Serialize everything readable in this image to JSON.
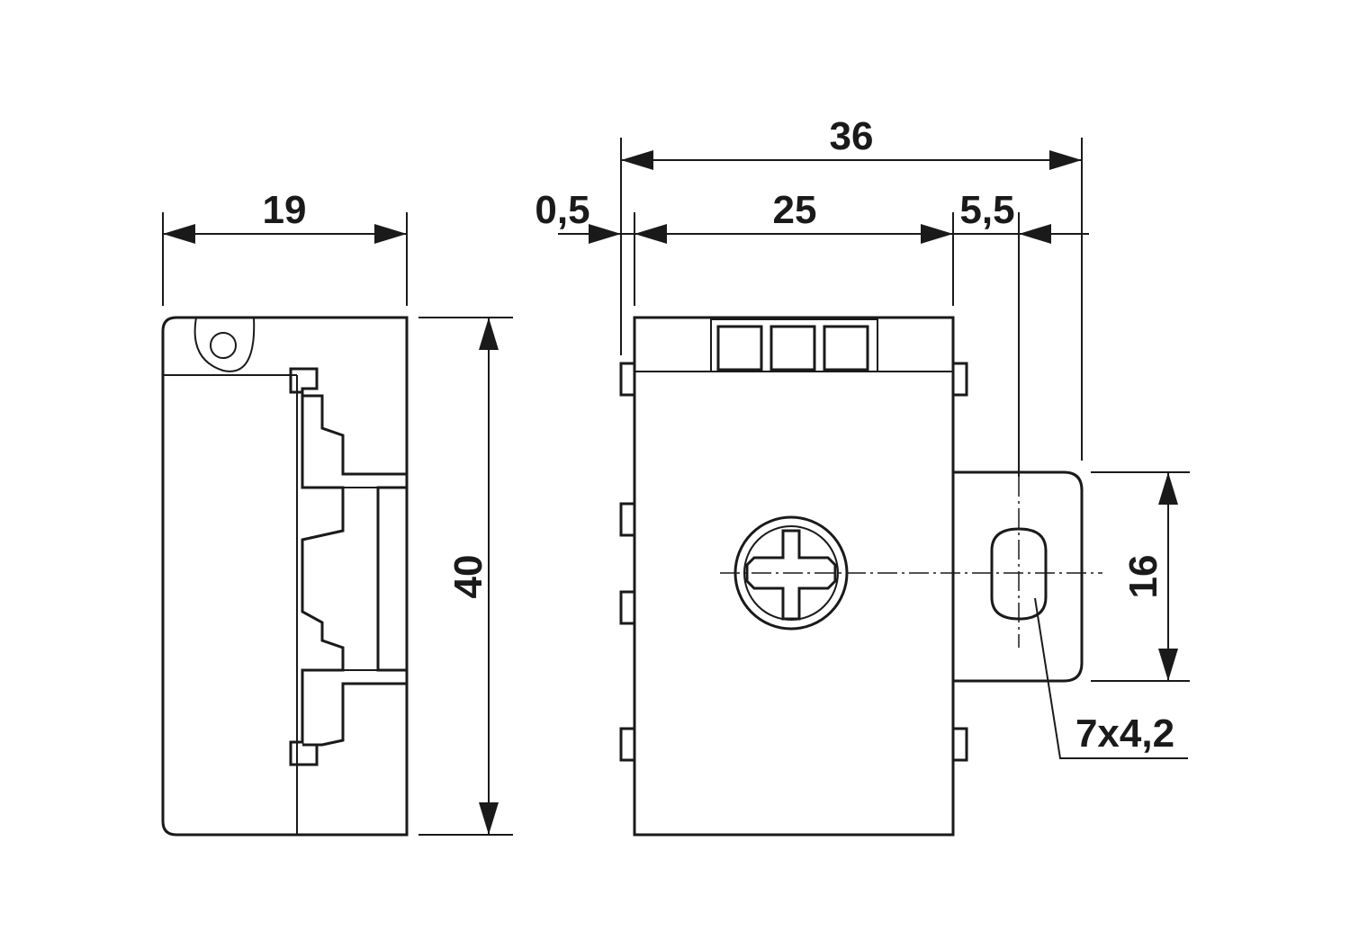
{
  "dimensions": {
    "side_width": "19",
    "height": "40",
    "total_width": "36",
    "offset_left": "0,5",
    "body_width": "25",
    "offset_right": "5,5",
    "bracket_height": "16",
    "slot_size": "7x4,2"
  }
}
